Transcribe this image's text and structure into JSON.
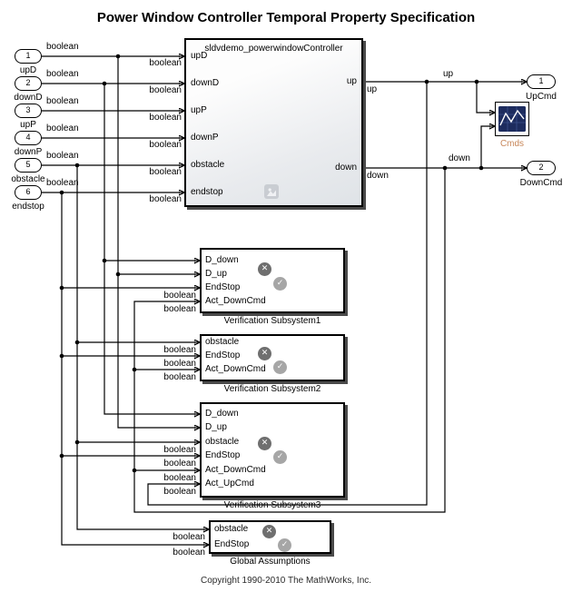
{
  "title": "Power Window Controller Temporal Property Specification",
  "copyright": "Copyright 1990-2010 The MathWorks, Inc.",
  "type_label": "boolean",
  "icons": {
    "fail": "✕",
    "pass": "✓"
  },
  "inports": [
    {
      "num": "1",
      "name": "upD"
    },
    {
      "num": "2",
      "name": "downD"
    },
    {
      "num": "3",
      "name": "upP"
    },
    {
      "num": "4",
      "name": "downP"
    },
    {
      "num": "5",
      "name": "obstacle"
    },
    {
      "num": "6",
      "name": "endstop"
    }
  ],
  "outports": [
    {
      "num": "1",
      "name": "UpCmd"
    },
    {
      "num": "2",
      "name": "DownCmd"
    }
  ],
  "controller": {
    "name": "sldvdemo_powerwindowController",
    "inputs": [
      "upD",
      "downD",
      "upP",
      "downP",
      "obstacle",
      "endstop"
    ],
    "outputs": [
      "up",
      "down"
    ]
  },
  "signals": {
    "up": "up",
    "down": "down"
  },
  "scope": {
    "name": "Cmds"
  },
  "subsystems": [
    {
      "name": "Verification Subsystem1",
      "inputs": [
        "D_down",
        "D_up",
        "EndStop",
        "Act_DownCmd"
      ]
    },
    {
      "name": "Verification Subsystem2",
      "inputs": [
        "obstacle",
        "EndStop",
        "Act_DownCmd"
      ]
    },
    {
      "name": "Verification Subsystem3",
      "inputs": [
        "D_down",
        "D_up",
        "obstacle",
        "EndStop",
        "Act_DownCmd",
        "Act_UpCmd"
      ]
    },
    {
      "name": "Global Assumptions",
      "inputs": [
        "obstacle",
        "EndStop"
      ]
    }
  ],
  "colors": {
    "block_shadow": "#4a4a4a",
    "scope_screen": "#1d2c5e",
    "scope_label": "#c8875a",
    "badge_fail": "#6f6f6f",
    "badge_pass": "#a6a6a6"
  }
}
